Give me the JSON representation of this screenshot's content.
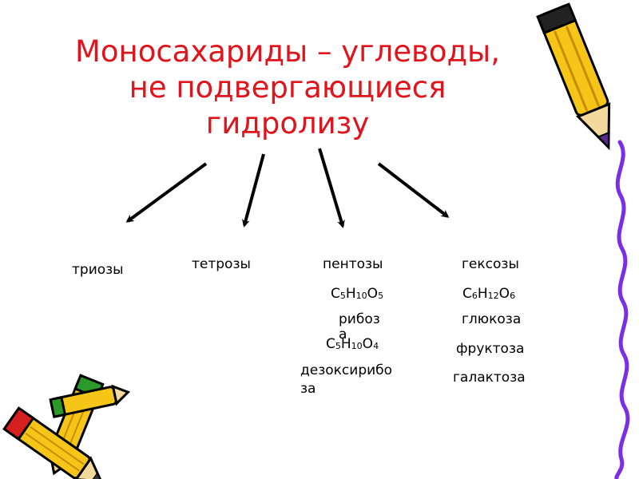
{
  "title": {
    "line1": "Моносахариды – углеводы,",
    "line2": "не подвергающиеся",
    "line3": "гидролизу"
  },
  "categories": {
    "trioses": "триозы",
    "tetroses": "тетрозы",
    "pentoses": "пентозы",
    "hexoses": "гексозы"
  },
  "pentoses": {
    "formula1": {
      "a": "C",
      "an": "5",
      "b": "H",
      "bn": "10",
      "c": "O",
      "cn": "5"
    },
    "ribose_line1": "рибоз",
    "ribose_line2": "а",
    "formula2": {
      "a": "C",
      "an": "5",
      "b": "H",
      "bn": "10",
      "c": "O",
      "cn": "4"
    },
    "deoxyribose_line1": "дезоксирибо",
    "deoxyribose_line2": "за"
  },
  "hexoses": {
    "formula": {
      "a": "C",
      "an": "6",
      "b": "H",
      "bn": "12",
      "c": "O",
      "cn": "6"
    },
    "items": [
      "глюкоза",
      "фруктоза",
      "галактоза"
    ]
  },
  "colors": {
    "title": "#e0141c",
    "pencil_body": "#f5c518",
    "pencil_eraser": "#d62020",
    "pencil_band": "#2a9a2a",
    "wavy_line": "#7a2ee8"
  },
  "icons": [
    "pencil-icon",
    "pencils-icon",
    "wavy-line"
  ]
}
